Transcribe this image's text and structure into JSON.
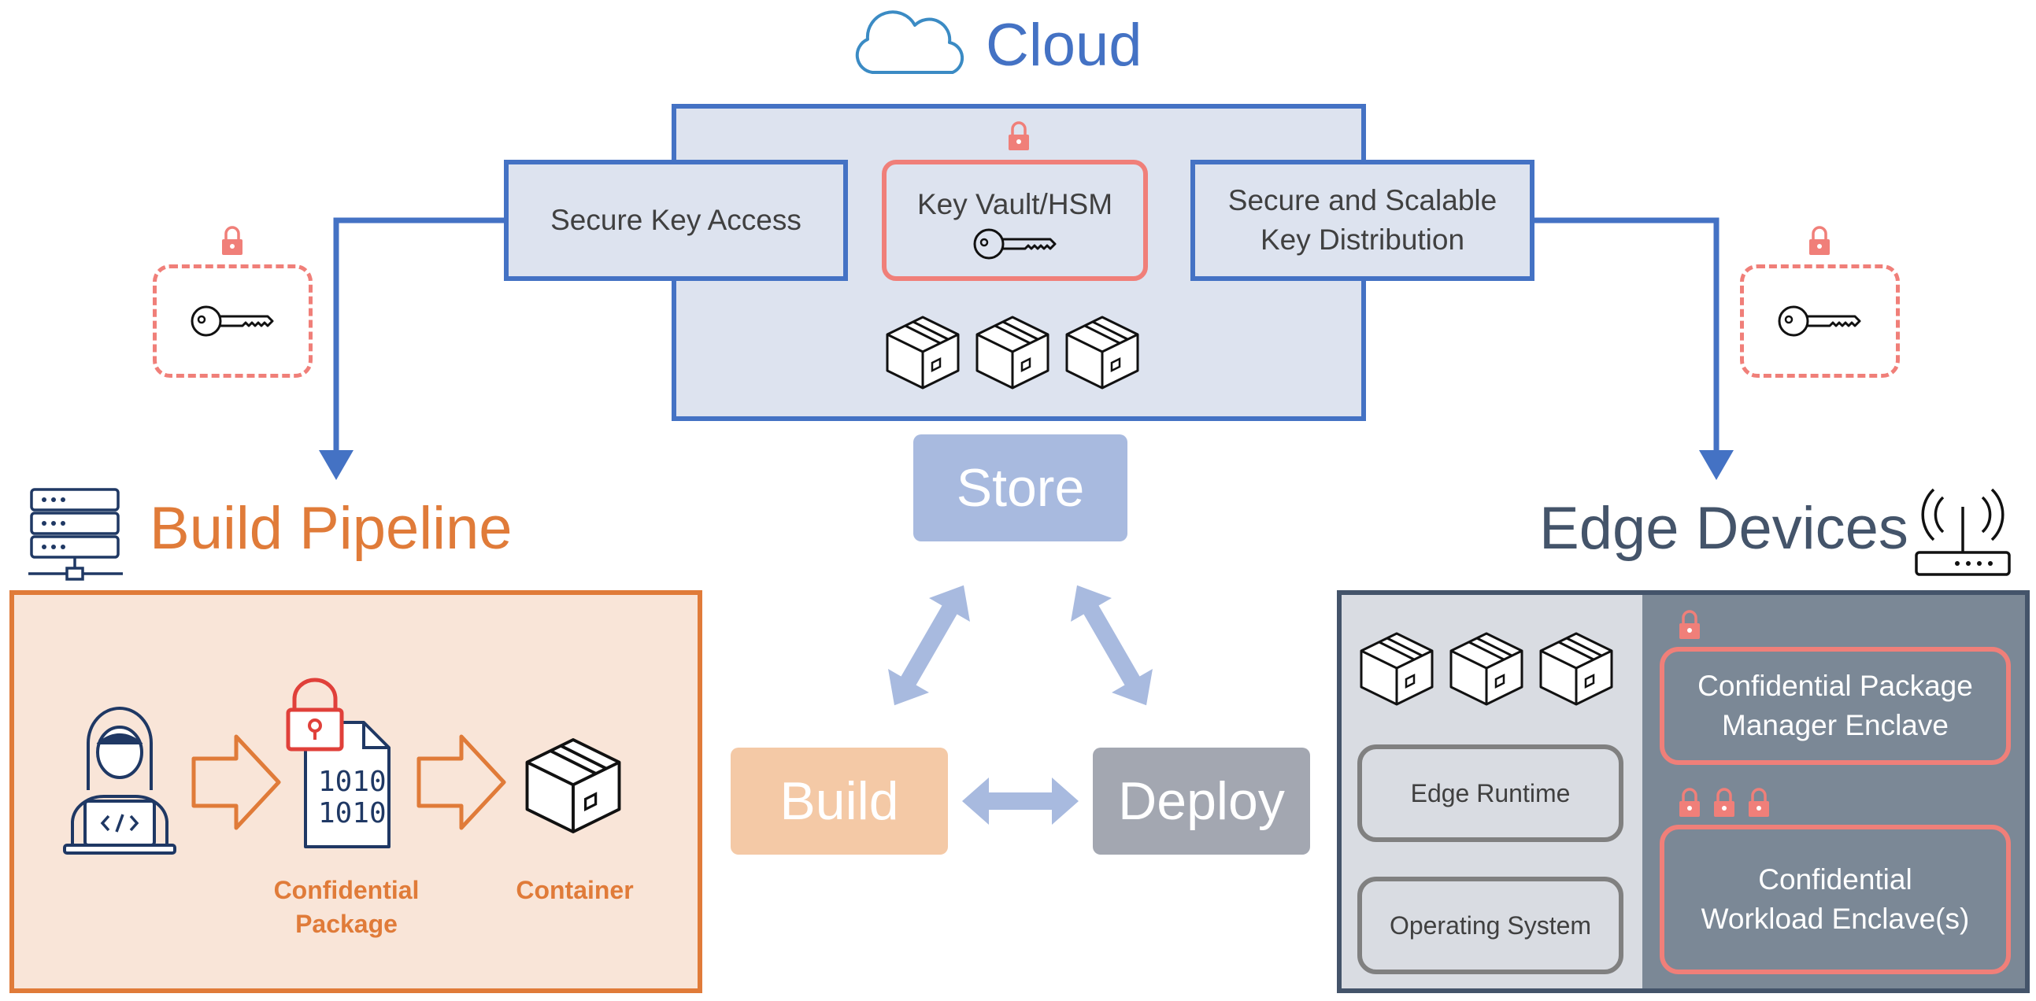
{
  "cloud": {
    "title": "Cloud",
    "secure_key_access": "Secure Key Access",
    "key_vault": "Key Vault/HSM",
    "distribution_line1": "Secure and Scalable",
    "distribution_line2": "Key Distribution"
  },
  "stages": {
    "store": "Store",
    "build": "Build",
    "deploy": "Deploy"
  },
  "build_pipeline": {
    "title": "Build Pipeline",
    "package_line1": "Confidential",
    "package_line2": "Package",
    "binary_line1": "1010",
    "binary_line2": "1010",
    "container": "Container"
  },
  "edge_devices": {
    "title": "Edge Devices",
    "edge_runtime": "Edge Runtime",
    "operating_system": "Operating System",
    "package_manager_line1": "Confidential Package",
    "package_manager_line2": "Manager Enclave",
    "workload_line1": "Confidential",
    "workload_line2": "Workload Enclave(s)"
  },
  "colors": {
    "cloud_blue": "#4472C4",
    "build_orange": "#E07B39",
    "edge_slate": "#44546A",
    "lock_red": "#F07F79",
    "lock_strong_red": "#E0403A",
    "store_fill": "#a8badf",
    "build_fill": "#f4c9a6",
    "deploy_fill": "#a3a7b1"
  }
}
